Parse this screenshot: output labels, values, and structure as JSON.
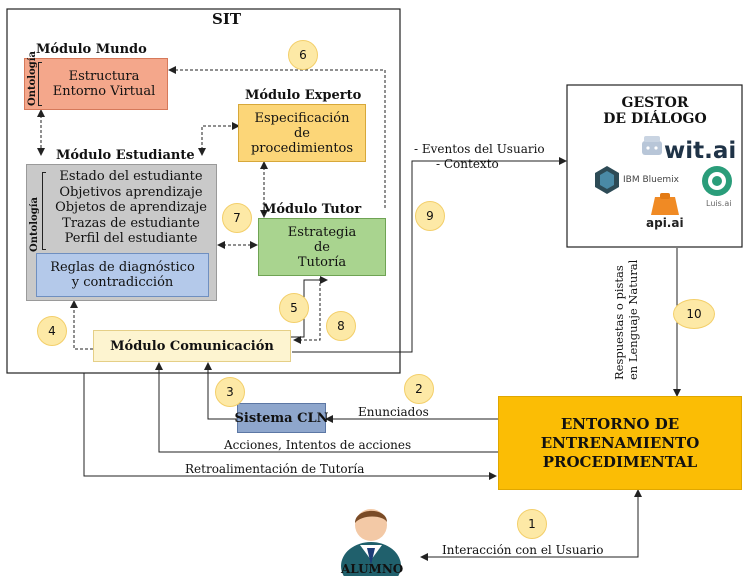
{
  "sit": {
    "title": "SIT"
  },
  "mundo": {
    "title": "Módulo Mundo",
    "line1": "Estructura",
    "line2": "Entorno Virtual",
    "ontology": "Ontología"
  },
  "experto": {
    "title": "Módulo Experto",
    "line1": "Especificación",
    "line2": "de",
    "line3": "procedimientos"
  },
  "estudiante": {
    "title": "Módulo Estudiante",
    "ontology": "Ontología",
    "items": [
      "Estado del estudiante",
      "Objetivos aprendizaje",
      "Objetos de aprendizaje",
      "Trazas de estudiante",
      "Perfil del estudiante"
    ],
    "reglas1": "Reglas de diagnóstico",
    "reglas2": "y contradicción"
  },
  "tutor": {
    "title": "Módulo Tutor",
    "line1": "Estrategia",
    "line2": "de",
    "line3": "Tutoría"
  },
  "comunicacion": {
    "title": "Módulo Comunicación"
  },
  "gestor": {
    "title1": "GESTOR",
    "title2": "DE DIÁLOGO",
    "logos": {
      "wit": "wit.ai",
      "ibm": "IBM Bluemix",
      "api": "api.ai",
      "luis": "Luis.ai"
    }
  },
  "cln": {
    "title": "Sistema CLN"
  },
  "entorno": {
    "line1": "ENTORNO DE",
    "line2": "ENTRENAMIENTO",
    "line3": "PROCEDIMENTAL"
  },
  "alumno": {
    "label": "ALUMNO"
  },
  "labels": {
    "eventos": "- Eventos del Usuario",
    "contexto": "- Contexto",
    "respuestas1": "Respuestas o pistas",
    "respuestas2": "en Lenguaje Natural",
    "enunciados": "Enunciados",
    "acciones": "Acciones, Intentos de acciones",
    "retro": "Retroalimentación de Tutoría",
    "interaccion": "Interacción con el Usuario"
  },
  "steps": [
    "1",
    "2",
    "3",
    "4",
    "5",
    "6",
    "7",
    "8",
    "9",
    "10"
  ],
  "colors": {
    "mundo": "#f4a78b",
    "experto": "#fcd678",
    "estudiante": "#c9c9c9",
    "reglas": "#b4c9ea",
    "tutor": "#a9d48f",
    "comunicacion": "#fdf4d0",
    "cln": "#8ea6cc",
    "entorno": "#fbbd05",
    "circle": "#fde9a6"
  }
}
